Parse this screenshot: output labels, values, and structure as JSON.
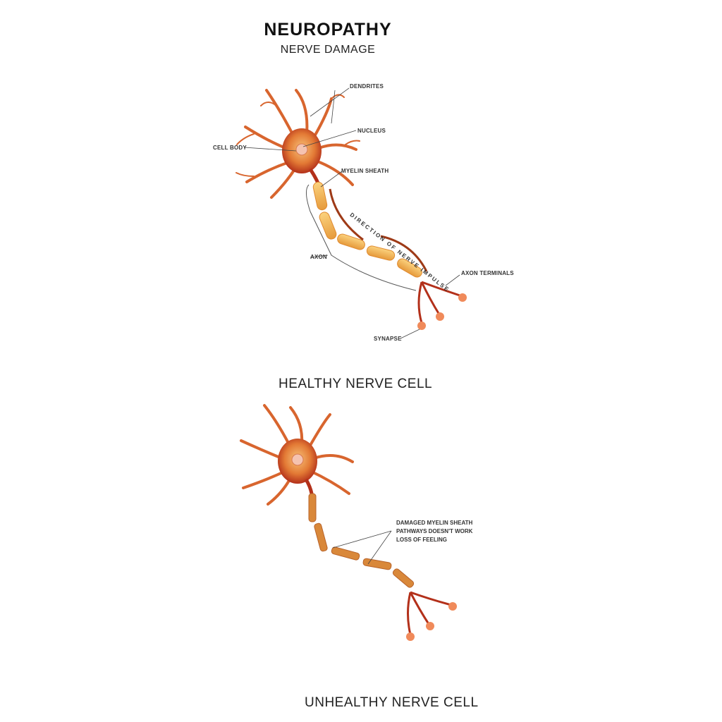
{
  "header": {
    "title": "NEUROPATHY",
    "subtitle": "NERVE DAMAGE"
  },
  "healthy": {
    "caption": "HEALTHY NERVE CELL",
    "labels": {
      "dendrites": "DENDRITES",
      "nucleus": "NUCLEUS",
      "cell_body": "CELL BODY",
      "myelin_sheath": "MYELIN SHEATH",
      "direction": "DIRECTION OF NERVE IMPULSE",
      "axon": "AXON",
      "axon_terminals": "AXON TERMINALS",
      "synapse": "SYNAPSE"
    }
  },
  "unhealthy": {
    "caption": "UNHEALTHY NERVE CELL",
    "labels": [
      "DAMAGED MYELIN SHEATH",
      "PATHWAYS DOESN'T WORK",
      "LOSS OF FEELING"
    ]
  },
  "colors": {
    "neuron": "#c9441f",
    "myelin": "#f2a94a",
    "text": "#222222"
  }
}
